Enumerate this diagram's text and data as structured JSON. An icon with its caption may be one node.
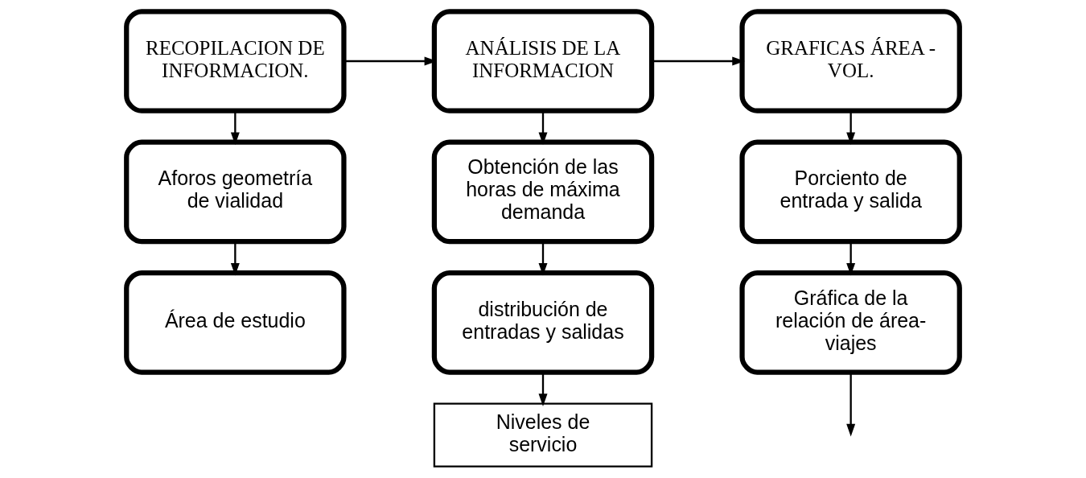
{
  "diagram": {
    "nodes": [
      {
        "text": [
          "RECOPILACION DE INFORMACION."
        ]
      },
      {
        "text": [
          "Aforos geometría de vialidad"
        ]
      },
      {
        "text": [
          "Área de estudio"
        ]
      },
      {
        "text": [
          "ANÁLISIS DE LA INFORMACION"
        ]
      },
      {
        "text": [
          "Obtención de las horas de máxima demanda"
        ]
      },
      {
        "text": [
          "distribución de entradas y salidas"
        ]
      },
      {
        "text": [
          "Niveles de servicio"
        ]
      },
      {
        "text": [
          "GRAFICAS ÁREA - VOL."
        ]
      },
      {
        "text": [
          "Porciento de entrada y salida"
        ]
      },
      {
        "text": [
          "Gráfica de la relación de área- viajes"
        ]
      }
    ],
    "edges": [
      {
        "from": 0,
        "to": 3,
        "arrow": "to"
      },
      {
        "from": 3,
        "to": 7,
        "arrow": "to"
      },
      {
        "from": 0,
        "to": 1,
        "arrow": "to"
      },
      {
        "from": 1,
        "to": 2,
        "arrow": "to"
      },
      {
        "from": 3,
        "to": 4,
        "arrow": "to"
      },
      {
        "from": 4,
        "to": 5,
        "arrow": "to"
      },
      {
        "from": 5,
        "to": 6,
        "arrow": "to"
      },
      {
        "from": 7,
        "to": 8,
        "arrow": "to"
      },
      {
        "from": 8,
        "to": 9,
        "arrow": "to"
      },
      {
        "from": 9,
        "to": null,
        "arrow": "to"
      }
    ]
  }
}
